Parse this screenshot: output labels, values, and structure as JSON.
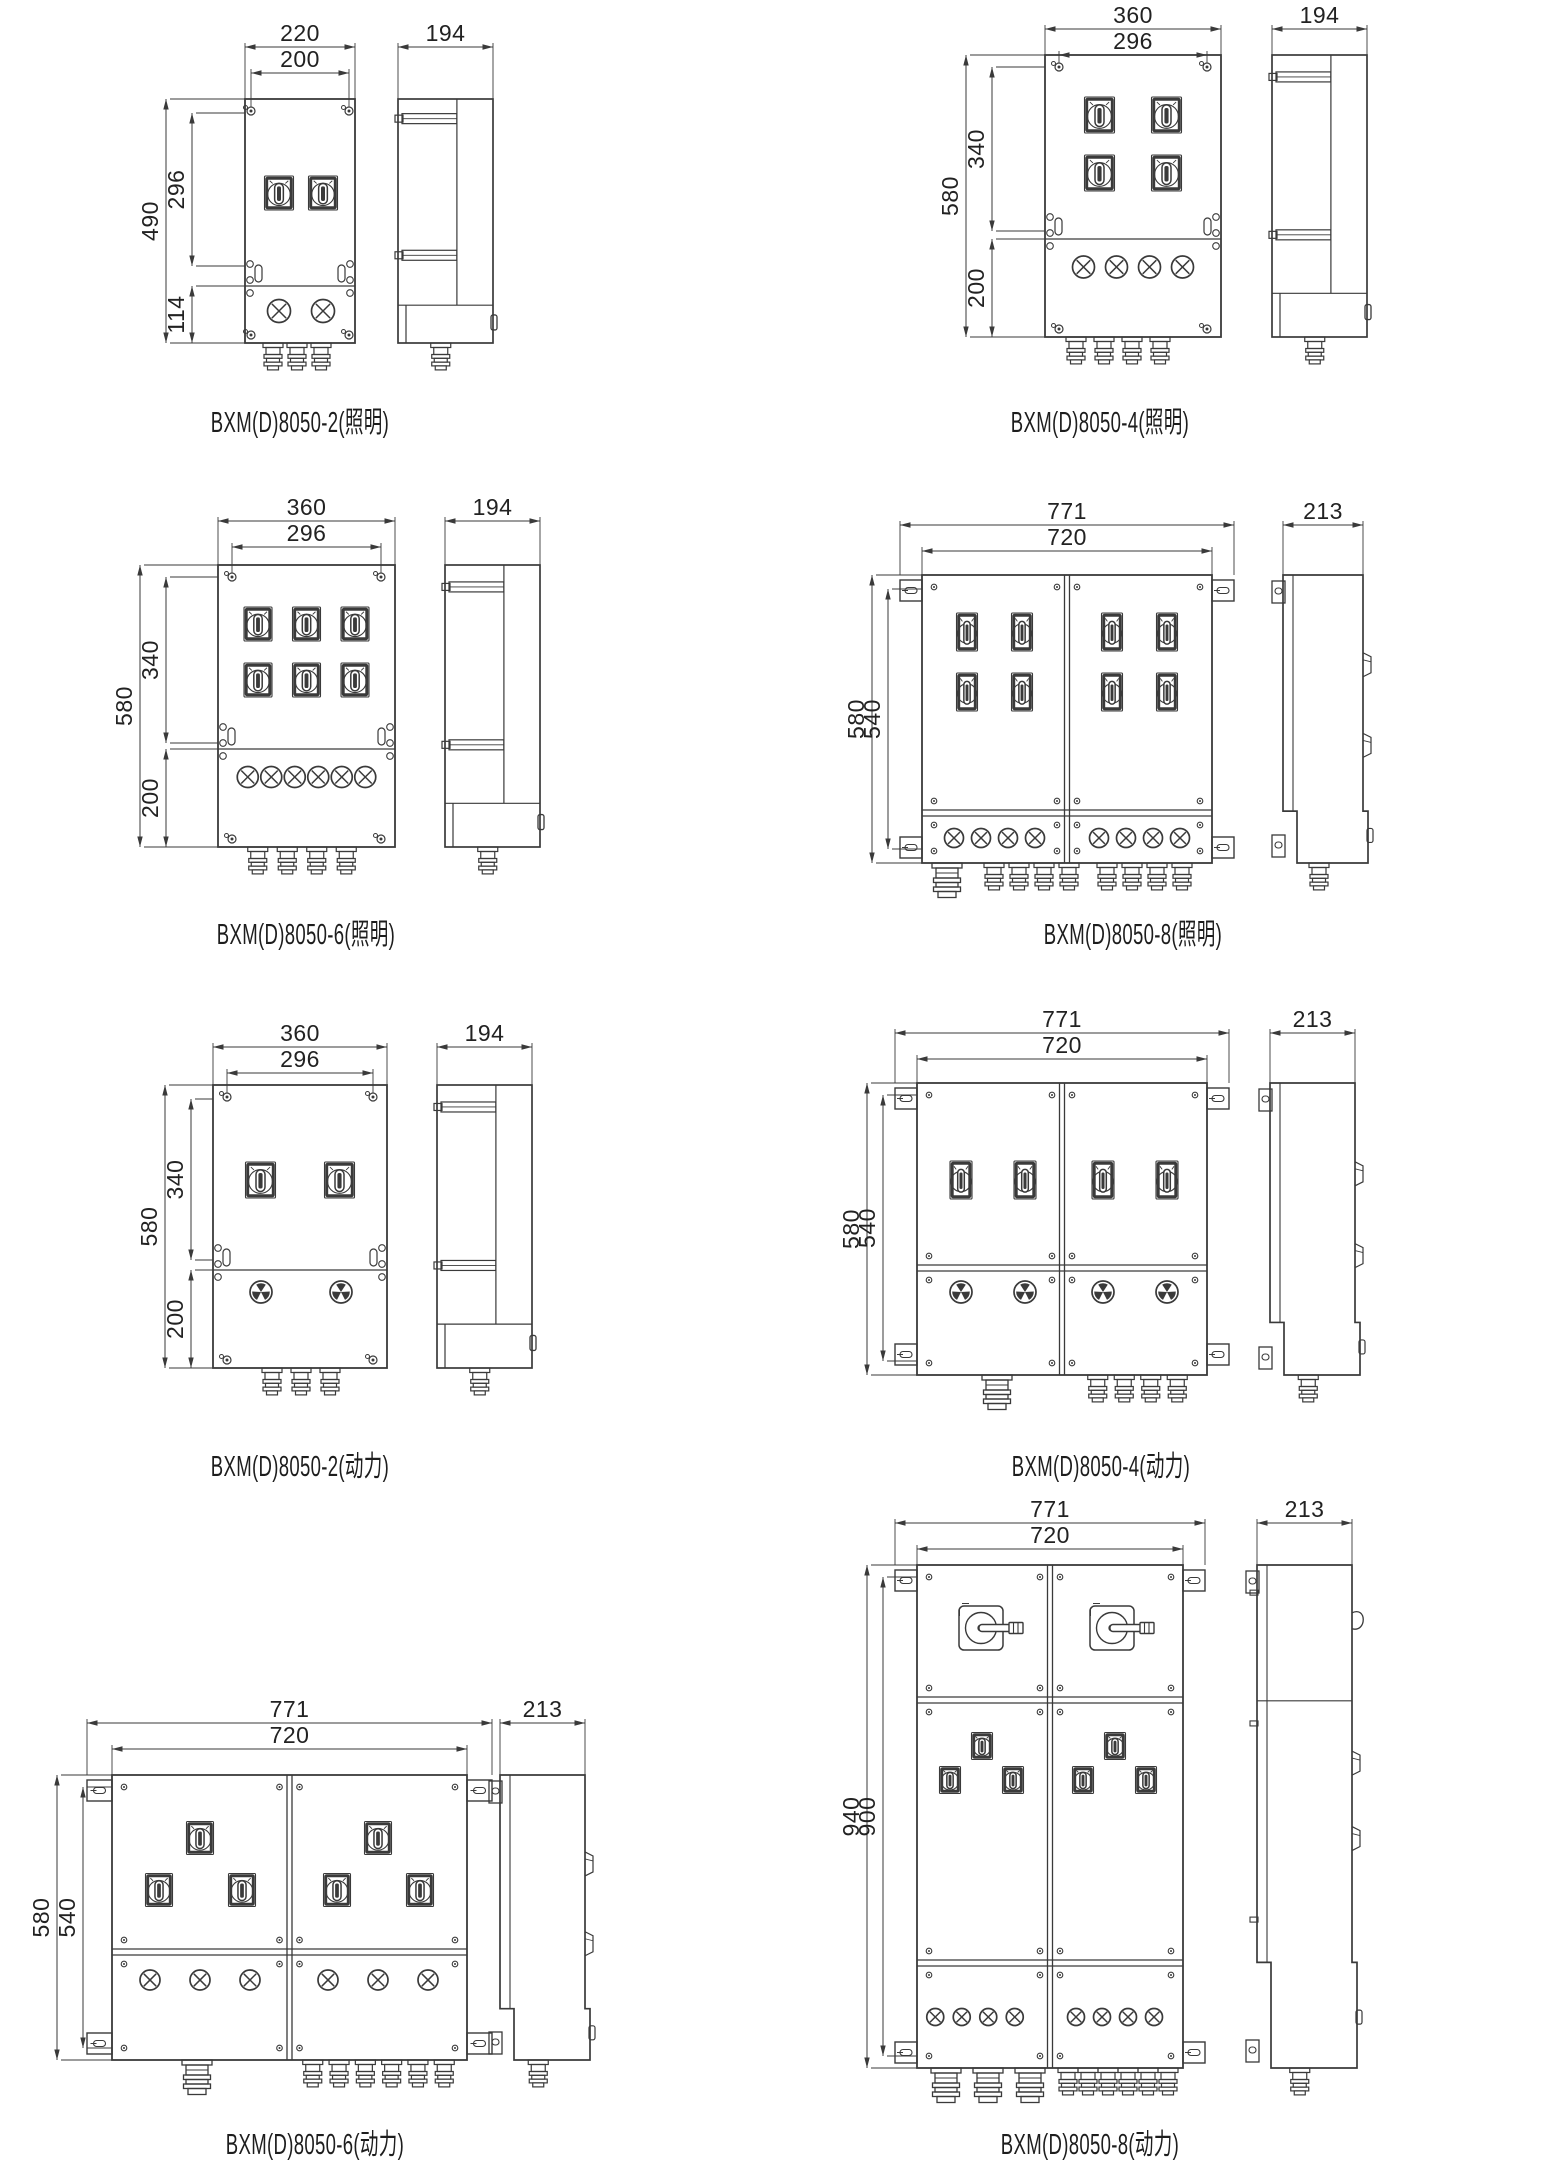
{
  "page": {
    "background": "#ffffff",
    "line_color": "#3a3a3a",
    "text_color": "#222222"
  },
  "figures": [
    {
      "label": "BXM(D)8050-2(照明)",
      "category": "照明",
      "dims": {
        "top": [
          "220",
          "200"
        ],
        "left": [
          "490",
          "296",
          "114"
        ],
        "side": "194"
      },
      "components": {
        "rotary_switches": 2,
        "indicator_lamps": 2,
        "power_buttons": 0,
        "rotary_handles": 0,
        "cable_glands_small": 3,
        "cable_glands_large": 0
      }
    },
    {
      "label": "BXM(D)8050-4(照明)",
      "category": "照明",
      "dims": {
        "top": [
          "360",
          "296"
        ],
        "left": [
          "580",
          "340",
          "200"
        ],
        "side": "194"
      },
      "components": {
        "rotary_switches": 4,
        "indicator_lamps": 4,
        "power_buttons": 0,
        "rotary_handles": 0,
        "cable_glands_small": 4,
        "cable_glands_large": 0
      }
    },
    {
      "label": "BXM(D)8050-6(照明)",
      "category": "照明",
      "dims": {
        "top": [
          "360",
          "296"
        ],
        "left": [
          "580",
          "340",
          "200"
        ],
        "side": "194"
      },
      "components": {
        "rotary_switches": 6,
        "indicator_lamps": 6,
        "power_buttons": 0,
        "rotary_handles": 0,
        "cable_glands_small": 4,
        "cable_glands_large": 0
      }
    },
    {
      "label": "BXM(D)8050-8(照明)",
      "category": "照明",
      "dims": {
        "top": [
          "771",
          "720"
        ],
        "left": [
          "580",
          "540"
        ],
        "side": "213"
      },
      "components": {
        "rotary_switches": 8,
        "indicator_lamps": 8,
        "power_buttons": 0,
        "rotary_handles": 0,
        "cable_glands_small": 8,
        "cable_glands_large": 1
      }
    },
    {
      "label": "BXM(D)8050-2(动力)",
      "category": "动力",
      "dims": {
        "top": [
          "360",
          "296"
        ],
        "left": [
          "580",
          "340",
          "200"
        ],
        "side": "194"
      },
      "components": {
        "rotary_switches": 2,
        "indicator_lamps": 0,
        "power_buttons": 2,
        "rotary_handles": 0,
        "cable_glands_small": 3,
        "cable_glands_large": 0
      }
    },
    {
      "label": "BXM(D)8050-4(动力)",
      "category": "动力",
      "dims": {
        "top": [
          "771",
          "720"
        ],
        "left": [
          "580",
          "540"
        ],
        "side": "213"
      },
      "components": {
        "rotary_switches": 4,
        "indicator_lamps": 0,
        "power_buttons": 4,
        "rotary_handles": 0,
        "cable_glands_small": 4,
        "cable_glands_large": 1
      }
    },
    {
      "label": "BXM(D)8050-6(动力)",
      "category": "动力",
      "dims": {
        "top": [
          "771",
          "720"
        ],
        "left": [
          "580",
          "540"
        ],
        "side": "213"
      },
      "components": {
        "rotary_switches": 6,
        "indicator_lamps": 6,
        "power_buttons": 0,
        "rotary_handles": 0,
        "cable_glands_small": 6,
        "cable_glands_large": 1
      }
    },
    {
      "label": "BXM(D)8050-8(动力)",
      "category": "动力",
      "dims": {
        "top": [
          "771",
          "720"
        ],
        "left": [
          "940",
          "900"
        ],
        "side": "213"
      },
      "components": {
        "rotary_switches": 6,
        "indicator_lamps": 8,
        "power_buttons": 0,
        "rotary_handles": 2,
        "cable_glands_small": 6,
        "cable_glands_large": 3
      }
    }
  ]
}
